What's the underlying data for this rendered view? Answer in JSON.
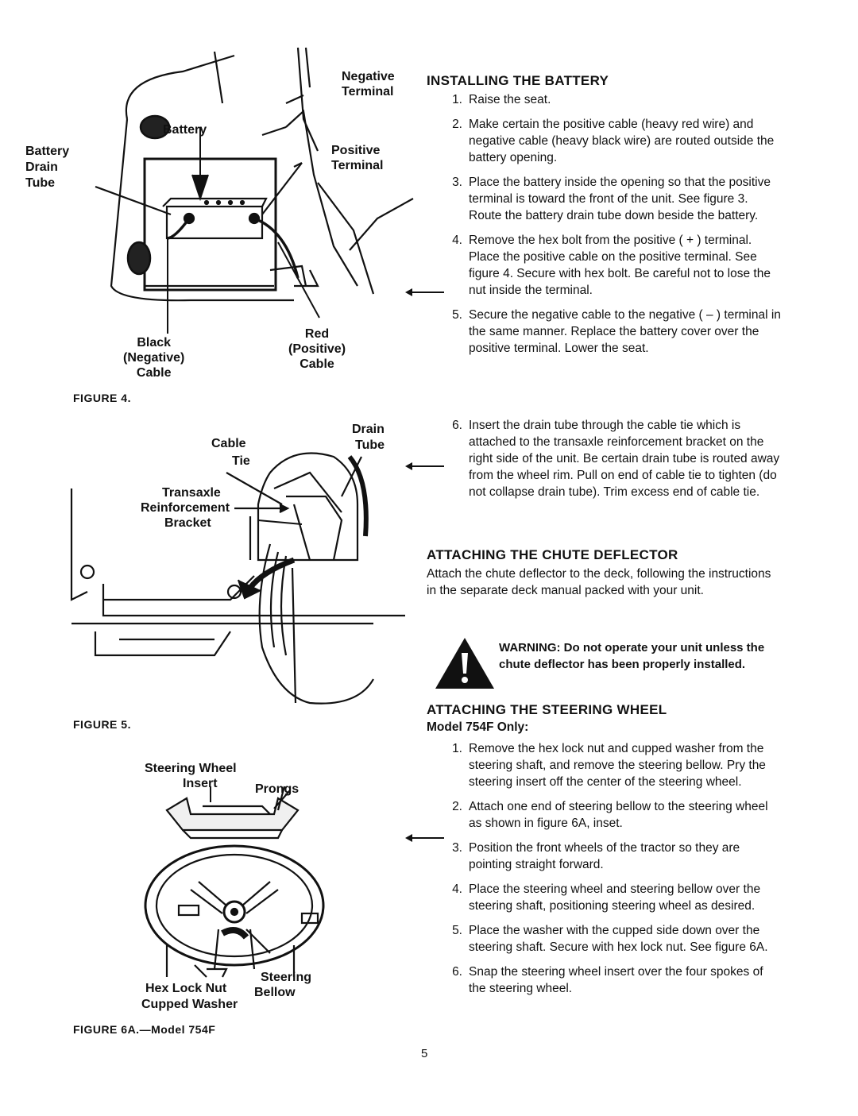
{
  "figure4": {
    "caption": "FIGURE 4.",
    "labels": {
      "negative_terminal_1": "Negative",
      "negative_terminal_2": "Terminal",
      "battery": "Battery",
      "battery_drain_tube_1": "Battery",
      "battery_drain_tube_2": "Drain",
      "battery_drain_tube_3": "Tube",
      "positive_terminal_1": "Positive",
      "positive_terminal_2": "Terminal",
      "black_cable_1": "Black",
      "black_cable_2": "(Negative)",
      "black_cable_3": "Cable",
      "red_cable_1": "Red",
      "red_cable_2": "(Positive)",
      "red_cable_3": "Cable"
    }
  },
  "figure5": {
    "caption": "FIGURE 5.",
    "labels": {
      "drain_tube_1": "Drain",
      "drain_tube_2": "Tube",
      "cable_tie_1": "Cable",
      "cable_tie_2": "Tie",
      "transaxle_1": "Transaxle",
      "transaxle_2": "Reinforcement",
      "transaxle_3": "Bracket"
    }
  },
  "figure6a": {
    "caption": "FIGURE 6A.—Model 754F",
    "labels": {
      "insert_1": "Steering Wheel",
      "insert_2": "Insert",
      "prongs": "Prongs",
      "bellow_1": "Steering",
      "bellow_2": "Bellow",
      "hex_nut": "Hex Lock Nut",
      "washer": "Cupped Washer"
    }
  },
  "installing_battery": {
    "title": "INSTALLING THE BATTERY",
    "steps": [
      {
        "num": "1.",
        "text": "Raise the seat."
      },
      {
        "num": "2.",
        "text": "Make certain the positive cable (heavy red wire) and negative cable (heavy black wire) are routed outside the battery opening."
      },
      {
        "num": "3.",
        "text": "Place the battery inside the opening so that the positive terminal is toward the front of the unit. See figure 3. Route the battery drain tube down beside the battery."
      },
      {
        "num": "4.",
        "text": "Remove the hex bolt from the positive ( + ) terminal. Place the positive cable on the positive terminal. See figure 4. Secure with hex bolt. Be careful not to lose the nut inside the terminal."
      },
      {
        "num": "5.",
        "text": "Secure the negative cable to the negative ( – ) terminal in the same manner. Replace the battery cover over the positive terminal. Lower the seat."
      },
      {
        "num": "6.",
        "text": "Insert the drain tube through the cable tie which is attached to the transaxle reinforcement bracket on the right side of the unit. Be certain drain tube is routed away from the wheel rim. Pull on end of cable tie to tighten (do not collapse drain tube). Trim excess end of cable tie."
      }
    ]
  },
  "chute_deflector": {
    "title": "ATTACHING THE CHUTE DEFLECTOR",
    "text": "Attach the chute deflector to the deck, following the instructions in the separate deck manual packed with your unit.",
    "warning": "WARNING: Do not operate your unit unless the chute deflector has been properly installed."
  },
  "steering_wheel": {
    "title": "ATTACHING THE STEERING WHEEL",
    "subtitle": "Model 754F Only:",
    "steps": [
      {
        "num": "1.",
        "text": "Remove the hex lock nut and cupped washer from the steering shaft, and remove the steering bellow. Pry the steering insert off the center of the steering wheel."
      },
      {
        "num": "2.",
        "text": "Attach one end of steering bellow to the steering wheel as shown in figure 6A, inset."
      },
      {
        "num": "3.",
        "text": "Position the front wheels of the tractor so they are pointing straight forward."
      },
      {
        "num": "4.",
        "text": "Place the steering wheel and steering bellow over the steering shaft, positioning steering wheel as desired."
      },
      {
        "num": "5.",
        "text": "Place the washer with the cupped side down over the steering shaft. Secure with hex lock nut. See figure 6A."
      },
      {
        "num": "6.",
        "text": "Snap the steering wheel insert over the four spokes of the steering wheel."
      }
    ]
  },
  "page_number": "5"
}
